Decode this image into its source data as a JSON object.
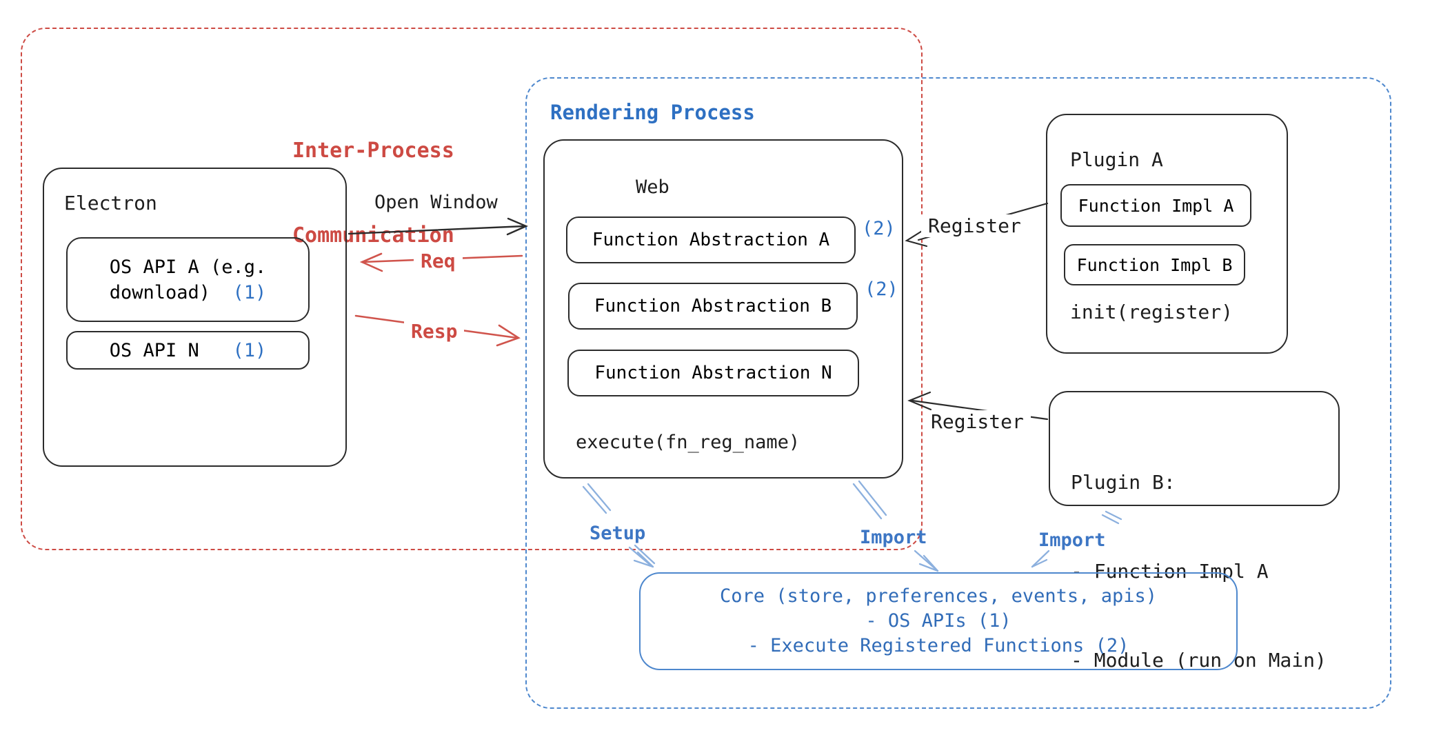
{
  "diagram": {
    "ipc": {
      "title_line1": "Inter-Process",
      "title_line2": "Communication"
    },
    "rendering_process": {
      "title": "Rendering Process"
    },
    "electron": {
      "title": "Electron",
      "os_api_a_line1": "OS API A (e.g.",
      "os_api_a_line2": "download)",
      "os_api_a_badge": "(1)",
      "os_api_n_label": "OS API N",
      "os_api_n_badge": "(1)"
    },
    "web": {
      "title": "Web",
      "fn_abstraction_a": "Function Abstraction A",
      "fn_abstraction_a_badge": "(2)",
      "fn_abstraction_b": "Function Abstraction B",
      "fn_abstraction_b_badge": "(2)",
      "fn_abstraction_n": "Function Abstraction N",
      "execute": "execute(fn_reg_name)"
    },
    "plugin_a": {
      "title": "Plugin A",
      "impl_a": "Function Impl A",
      "impl_b": "Function Impl B",
      "init": "init(register)"
    },
    "plugin_b": {
      "line1": "Plugin B:",
      "line2": "- Function Impl A",
      "line3": "- Module (run on Main)"
    },
    "core": {
      "line1": "Core (store, preferences, events, apis)",
      "line2": "- OS APIs (1)",
      "line3": "- Execute Registered Functions (2)"
    },
    "labels": {
      "open_window": "Open Window",
      "req": "Req",
      "resp": "Resp",
      "register_top": "Register",
      "register_bottom": "Register",
      "setup": "Setup",
      "import_mid": "Import",
      "import_right": "Import"
    },
    "colors": {
      "red": "#cd4a43",
      "red_arrow": "#d0544c",
      "blue": "#2e70c2",
      "blue_dash": "#4d87cd",
      "core_text": "#316cb8",
      "arrow_blue": "#8cb0de",
      "black": "#2b2b2b"
    }
  }
}
